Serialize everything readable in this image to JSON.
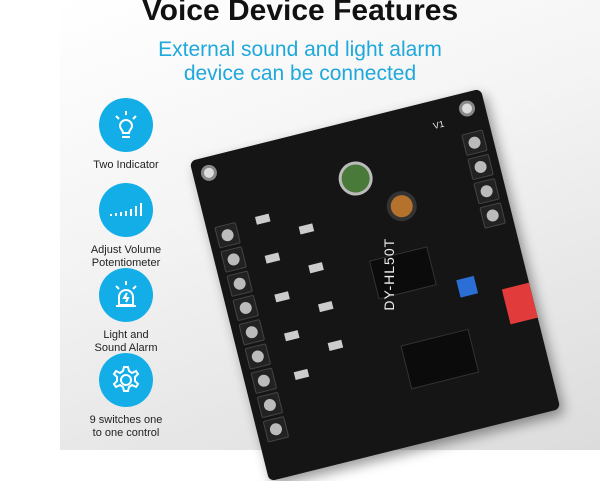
{
  "title": "Voice Device Features",
  "subtitle_line1": "External sound and light alarm",
  "subtitle_line2": "device can be connected",
  "features": [
    {
      "icon": "lightbulb-icon",
      "label_line1": "Two Indicator",
      "label_line2": ""
    },
    {
      "icon": "volume-level-icon",
      "label_line1": "Adjust Volume",
      "label_line2": "Potentiometer"
    },
    {
      "icon": "alarm-light-icon",
      "label_line1": "Light and",
      "label_line2": "Sound Alarm"
    },
    {
      "icon": "gear-icon",
      "label_line1": "9 switches one",
      "label_line2": "to one control"
    }
  ],
  "board": {
    "model_text": "DY-HL50T",
    "version_text": "V1"
  },
  "colors": {
    "accent": "#13aee8",
    "title": "#111111",
    "subtitle": "#1ea8dc",
    "board": "#151515"
  }
}
